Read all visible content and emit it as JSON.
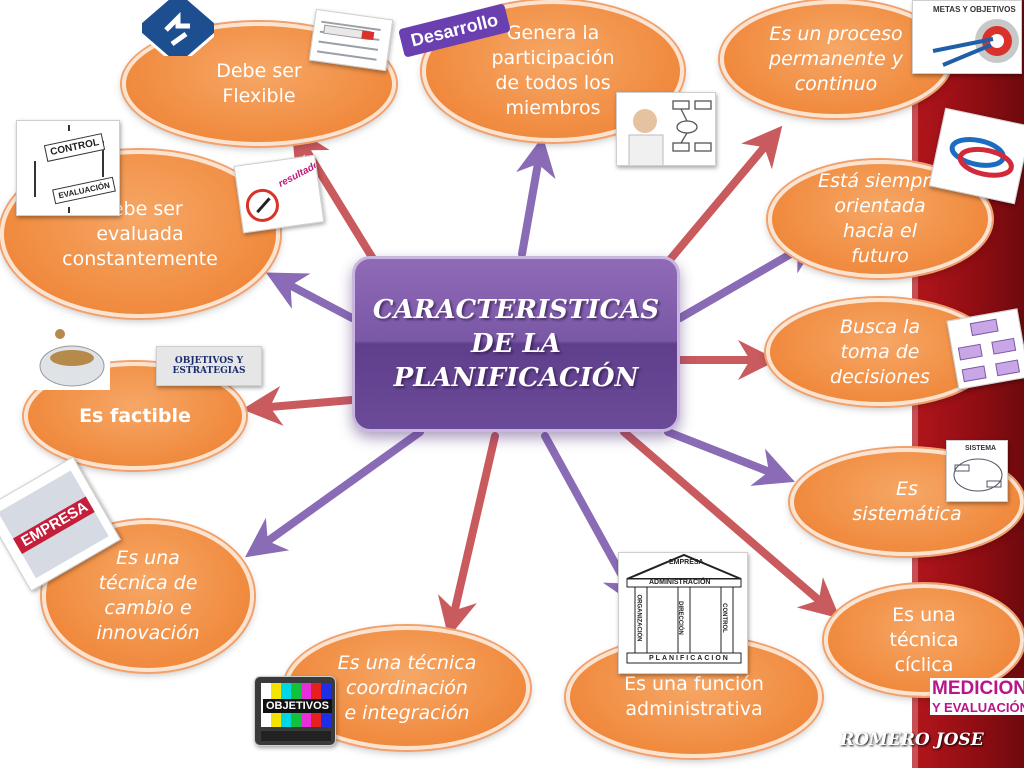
{
  "central_title": "CARACTERISTICAS\nDE LA\nPLANIFICACIÓN",
  "nodes": {
    "flexible": "Debe ser\nFlexible",
    "participacion": "Genera la\nparticipación\nde todos los\nmiembros",
    "permanente": "Es un proceso\npermanente y\ncontinuo",
    "evaluada": "Debe ser\nevaluada\nconstantemente",
    "futuro": "Está siempre\norientada\nhacia el\nfuturo",
    "decisiones": "Busca la\ntoma de\ndecisiones",
    "factible": "Es factible",
    "sistematica": "Es\nsistemática",
    "cambio": "Es una\ntécnica de\ncambio e\ninnovación",
    "ciclica": "Es una\ntécnica\ncíclica",
    "coordinacion": "Es una técnica\ncoordinación\ne integración",
    "administrativa": "Es una función\nadministrativa"
  },
  "image_labels": {
    "desarrollo": "Desarrollo",
    "control": "CONTROL",
    "evaluacion": "EVALUACIÓN",
    "resultados": "resultados",
    "objetivos_estrategias": "OBJETIVOS Y ESTRATEGIAS",
    "empresa_top": "EMPRESA",
    "administracion": "ADMINISTRACIÓN",
    "organizacion": "ORGANIZACIÓN",
    "direccion": "DIRECCIÓN",
    "control_col": "CONTROL",
    "planificacion": "PLANIFICACION",
    "objetivos_tv": "OBJETIVOS",
    "medicion": "MEDICION",
    "y_evaluacion": "Y EVALUACIÓN",
    "metas_objetivos": "METAS Y OBJETIVOS",
    "sistema": "SISTEMA",
    "empresa_side": "EMPRESA",
    "author": "ROMERO JOSE"
  },
  "colors": {
    "bubble": "#f08a3e",
    "center": "#7a58a6",
    "arrow_red": "#c95a5e",
    "arrow_purple": "#8a6bb5",
    "stripe": "#a3121a"
  }
}
